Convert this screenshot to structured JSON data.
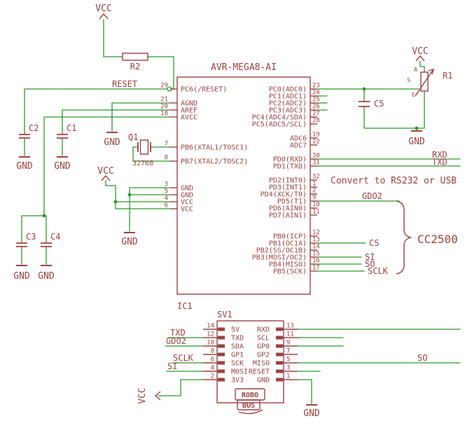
{
  "colors": {
    "background": "#ffffff",
    "wire": "#2f962f",
    "symbol": "#9a4343"
  },
  "power": {
    "vcc": "VCC",
    "gnd": "GND"
  },
  "ic": {
    "refdes": "IC1",
    "title": "AVR-MEGA8-AI",
    "left_pins": [
      {
        "name": "PC6(/RESET)",
        "number": "29"
      },
      {
        "name": "AGND",
        "number": "21"
      },
      {
        "name": "AREF",
        "number": "20"
      },
      {
        "name": "AVCC",
        "number": "18"
      },
      {
        "name": "PB6(XTAL1/TOSC1)",
        "number": "7"
      },
      {
        "name": "PB7(XTAL2/TOSC2)",
        "number": "8"
      },
      {
        "name": "GND",
        "number": "3"
      },
      {
        "name": "GND",
        "number": "5"
      },
      {
        "name": "VCC",
        "number": "4"
      },
      {
        "name": "VCC",
        "number": "6"
      }
    ],
    "right_pins": [
      {
        "name": "PC0(ADC0)",
        "number": "23"
      },
      {
        "name": "PC1(ADC1)",
        "number": "24"
      },
      {
        "name": "PC2(ADC2)",
        "number": "25"
      },
      {
        "name": "PC3(ADC3)",
        "number": "26"
      },
      {
        "name": "PC4(ADC4/SDA)",
        "number": "27"
      },
      {
        "name": "PC5(ADC5/SCL)",
        "number": "28"
      },
      {
        "name": "ADC6",
        "number": "19"
      },
      {
        "name": "ADC7",
        "number": "22"
      },
      {
        "name": "PD0(RXD)",
        "number": "30"
      },
      {
        "name": "PD1(TXD)",
        "number": "31"
      },
      {
        "name": "PD2(INT0)",
        "number": "32"
      },
      {
        "name": "PD3(INT1)",
        "number": "1"
      },
      {
        "name": "PD4(XCK/T0)",
        "number": "2"
      },
      {
        "name": "PD5(T1)",
        "number": "9"
      },
      {
        "name": "PD6(AIN0)",
        "number": "10"
      },
      {
        "name": "PD7(AIN1)",
        "number": "11"
      },
      {
        "name": "PB0(ICP)",
        "number": "12"
      },
      {
        "name": "PB1(OC1A)",
        "number": "13"
      },
      {
        "name": "PB2(SS/OC1B)",
        "number": "14"
      },
      {
        "name": "PB3(MOSI/OC2)",
        "number": "15"
      },
      {
        "name": "PB4(MISO)",
        "number": "16"
      },
      {
        "name": "PB5(SCK)",
        "number": "17"
      }
    ]
  },
  "connector": {
    "refdes": "SV1",
    "left_pins": [
      {
        "name": "5V",
        "number": "14"
      },
      {
        "name": "TXD",
        "number": "12"
      },
      {
        "name": "SDA",
        "number": "10"
      },
      {
        "name": "GP1",
        "number": "8"
      },
      {
        "name": "SCK",
        "number": "6"
      },
      {
        "name": "MOSI",
        "number": "4"
      },
      {
        "name": "3V3",
        "number": "2"
      }
    ],
    "right_pins": [
      {
        "name": "RXD",
        "number": "13"
      },
      {
        "name": "SCL",
        "number": "11"
      },
      {
        "name": "GP0",
        "number": "9"
      },
      {
        "name": "GP2",
        "number": "7"
      },
      {
        "name": "MISO",
        "number": "5"
      },
      {
        "name": "RESET",
        "number": "3"
      },
      {
        "name": "GND",
        "number": "1"
      }
    ],
    "logo": {
      "line1": "ROBO",
      "line2": "BUS"
    }
  },
  "components": {
    "r1": {
      "refdes": "R1",
      "pin_a": "A",
      "pin_e": "E",
      "pin_s": "S"
    },
    "r2": {
      "refdes": "R2"
    },
    "q1": {
      "refdes": "Q1",
      "value": "32768"
    },
    "c1": {
      "refdes": "C1"
    },
    "c2": {
      "refdes": "C2"
    },
    "c3": {
      "refdes": "C3"
    },
    "c4": {
      "refdes": "C4"
    },
    "c5": {
      "refdes": "C5"
    }
  },
  "net_labels": {
    "reset": "RESET",
    "rxd": "RXD",
    "txd": "TXD",
    "gdo2": "GDO2",
    "cs": "CS",
    "si": "SI",
    "so": "SO",
    "sclk": "SCLK"
  },
  "annotations": {
    "convert": "Convert to RS232 or USB",
    "cc2500": "CC2500"
  }
}
